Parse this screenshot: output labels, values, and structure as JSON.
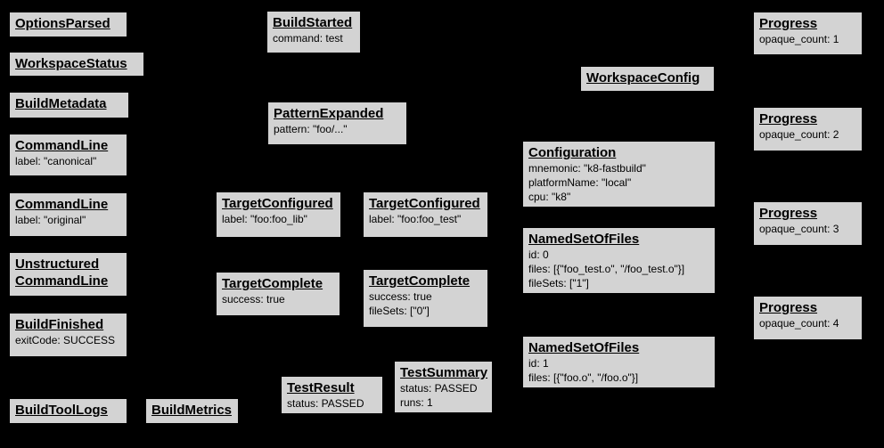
{
  "diagram": {
    "title": "Build Event Protocol graph",
    "background_color": "#000000",
    "node_fill_color": "#d3d3d3",
    "node_border_color": "#000000",
    "node_text_color": "#000000"
  },
  "nodes": [
    {
      "title": "OptionsParsed",
      "lines": []
    },
    {
      "title": "WorkspaceStatus",
      "lines": []
    },
    {
      "title": "BuildMetadata",
      "lines": []
    },
    {
      "title": "CommandLine",
      "lines": [
        "label: \"canonical\""
      ]
    },
    {
      "title": "CommandLine",
      "lines": [
        "label: \"original\""
      ]
    },
    {
      "title": "Unstructured\nCommandLine",
      "lines": []
    },
    {
      "title": "BuildFinished",
      "lines": [
        "exitCode: SUCCESS"
      ]
    },
    {
      "title": "BuildToolLogs",
      "lines": []
    },
    {
      "title": "BuildMetrics",
      "lines": []
    },
    {
      "title": "BuildStarted",
      "lines": [
        "command: test"
      ]
    },
    {
      "title": "PatternExpanded",
      "lines": [
        "pattern: \"foo/...\""
      ]
    },
    {
      "title": "TargetConfigured",
      "lines": [
        "label: \"foo:foo_lib\""
      ]
    },
    {
      "title": "TargetConfigured",
      "lines": [
        "label: \"foo:foo_test\""
      ]
    },
    {
      "title": "TargetComplete",
      "lines": [
        "success: true"
      ]
    },
    {
      "title": "TargetComplete",
      "lines": [
        "success: true",
        "fileSets: [\"0\"]"
      ]
    },
    {
      "title": "TestResult",
      "lines": [
        "status: PASSED"
      ]
    },
    {
      "title": "TestSummary",
      "lines": [
        "status: PASSED",
        "runs: 1"
      ]
    },
    {
      "title": "WorkspaceConfig",
      "lines": []
    },
    {
      "title": "Configuration",
      "lines": [
        "mnemonic: \"k8-fastbuild\"",
        "platformName: \"local\"",
        "cpu: \"k8\""
      ]
    },
    {
      "title": "NamedSetOfFiles",
      "lines": [
        "id: 0",
        "files: [{\"foo_test.o\", \"/foo_test.o\"}]",
        "fileSets: [\"1\"]"
      ]
    },
    {
      "title": "NamedSetOfFiles",
      "lines": [
        "id: 1",
        "files: [{\"foo.o\", \"/foo.o\"}]"
      ]
    },
    {
      "title": "Progress",
      "lines": [
        "opaque_count: 1"
      ]
    },
    {
      "title": "Progress",
      "lines": [
        "opaque_count: 2"
      ]
    },
    {
      "title": "Progress",
      "lines": [
        "opaque_count: 3"
      ]
    },
    {
      "title": "Progress",
      "lines": [
        "opaque_count: 4"
      ]
    }
  ]
}
